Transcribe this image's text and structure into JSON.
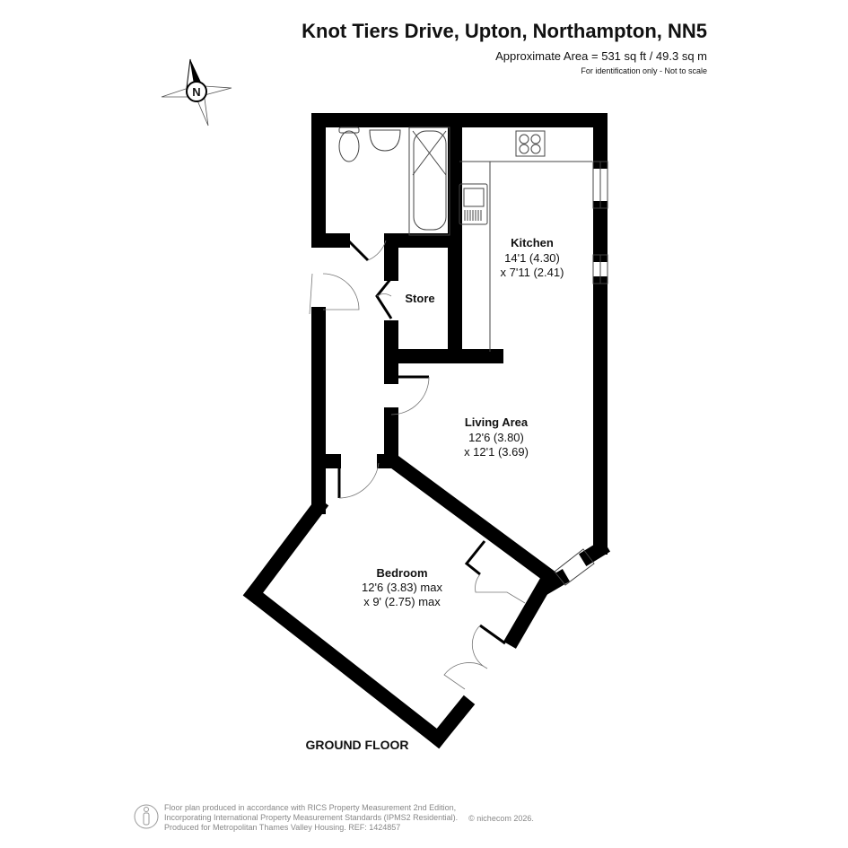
{
  "header": {
    "title": "Knot Tiers Drive, Upton, Northampton, NN5",
    "area": "Approximate Area = 531 sq ft / 49.3 sq m",
    "note": "For identification only - Not to scale"
  },
  "compass": {
    "label": "N",
    "icon": "compass-icon"
  },
  "rooms": {
    "kitchen": {
      "name": "Kitchen",
      "dim1": "14'1 (4.30)",
      "dim2": "x 7'11 (2.41)"
    },
    "store": {
      "name": "Store"
    },
    "living": {
      "name": "Living Area",
      "dim1": "12'6 (3.80)",
      "dim2": "x 12'1 (3.69)"
    },
    "bedroom": {
      "name": "Bedroom",
      "dim1": "12'6 (3.83) max",
      "dim2": "x 9' (2.75) max"
    }
  },
  "floor_label": "GROUND FLOOR",
  "footer": {
    "line1": "Floor plan produced in accordance with RICS Property Measurement 2nd Edition,",
    "line2": "Incorporating International Property Measurement Standards (IPMS2 Residential).",
    "line3": "Produced for Metropolitan Thames Valley Housing.   REF: 1424857",
    "copyright": "© nichecom 2026."
  }
}
